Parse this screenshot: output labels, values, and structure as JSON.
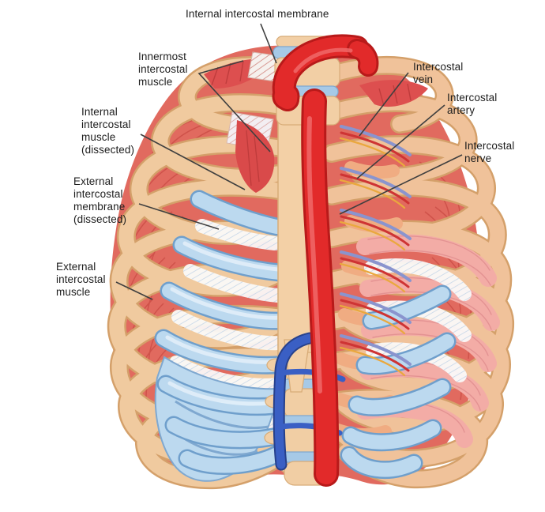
{
  "figure": {
    "kind": "anatomical-diagram",
    "background": "#ffffff"
  },
  "labels": {
    "internal_intercostal_membrane": "Internal intercostal membrane",
    "innermost_intercostal_muscle": "Innermost\nintercostal\nmuscle",
    "internal_intercostal_muscle_dissected": "Internal\nintercostal\nmuscle\n(dissected)",
    "external_intercostal_membrane_dissected": "External\nintercostal\nmembrane\n(dissected)",
    "external_intercostal_muscle": "External\nintercostal\nmuscle",
    "intercostal_vein": "Intercostal\nvein",
    "intercostal_artery": "Intercostal\nartery",
    "intercostal_nerve": "Intercostal\nnerve"
  },
  "palette": {
    "background": "#ffffff",
    "bone_tan": "#F0CA9F",
    "bone_edge": "#D4A06A",
    "muscle_red": "#E16A5F",
    "muscle_deep_red": "#DD4F4F",
    "muscle_pink": "#F3ACA6",
    "cartilage_blue": "#BCD9EF",
    "cartilage_edge": "#6F9FCC",
    "aorta_red": "#E22A2A",
    "aorta_edge": "#B81A1A",
    "azygos_blue": "#3A5FC4",
    "vein_line": "#8A94CE",
    "artery_line": "#CE3434",
    "nerve_line": "#EAA83E",
    "disc_blue": "#A6C9E7",
    "membrane_white": "#F6F1EE",
    "label_text": "#1d1d1d",
    "leader_line": "#3F3F3F"
  }
}
